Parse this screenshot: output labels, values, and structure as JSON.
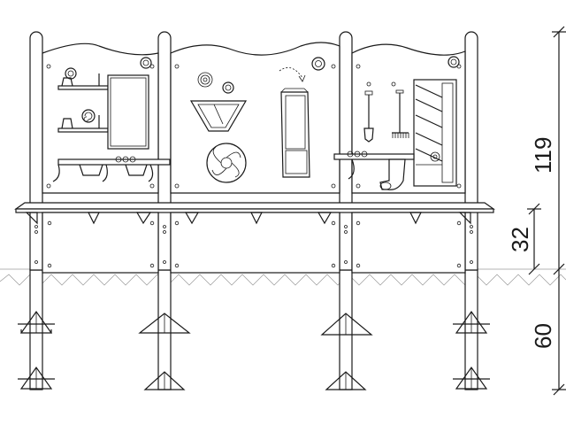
{
  "dimensions": {
    "total_height": "119",
    "deck_height": "32",
    "foundation_depth": "60"
  },
  "colors": {
    "line": "#1a1a1a",
    "ground_hatch": "#9a9a9a",
    "background": "#ffffff"
  },
  "icons": [
    "spiral-icon",
    "shovel-icon",
    "rake-icon",
    "funnel-icon",
    "water-wheel-icon",
    "chute-icon",
    "ladder-ramp-icon",
    "dotted-arrow-icon"
  ]
}
